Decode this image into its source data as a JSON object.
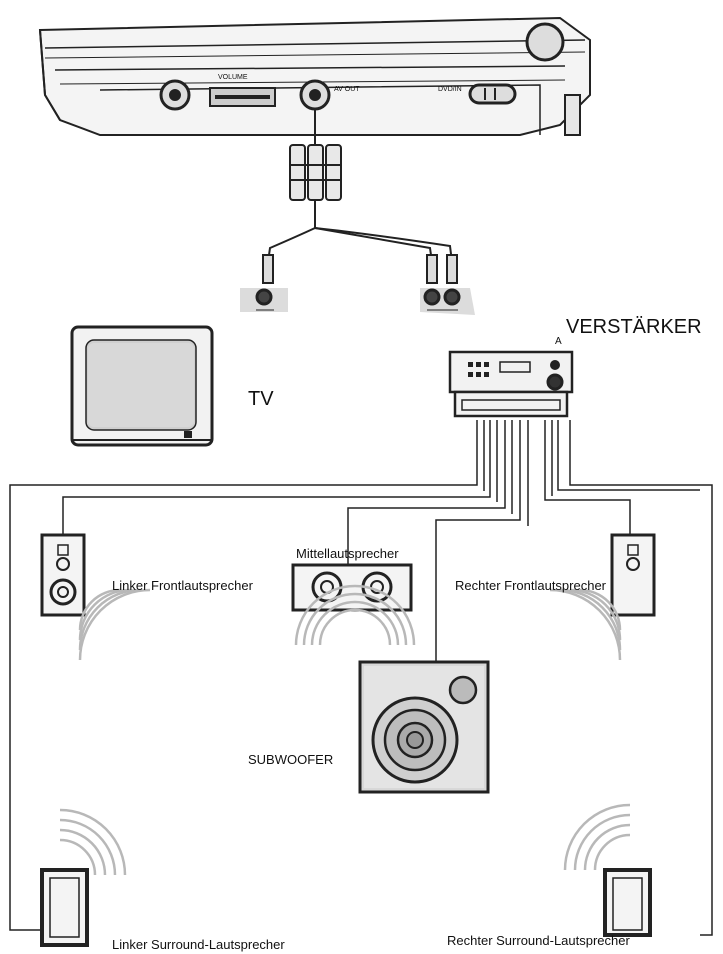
{
  "device": {
    "port_labels": {
      "volume": "VOLUME",
      "av_out": "AV OUT",
      "dvd": "DVD/IN"
    }
  },
  "labels": {
    "tv": "TV",
    "amplifier": "VERSTÄRKER",
    "amplifier_marker": "A",
    "center": "Mittellautsprecher",
    "front_left": "Linker Frontlautsprecher",
    "front_right": "Rechter Frontlautsprecher",
    "subwoofer": "SUBWOOFER",
    "surround_left": "Linker Surround-Lautsprecher",
    "surround_right": "Rechter Surround-Lautsprecher"
  },
  "colors": {
    "line": "#222222",
    "device_fill": "#f2f2f2",
    "screen": "#cfcfcf",
    "wave": "#b8b8b8"
  }
}
